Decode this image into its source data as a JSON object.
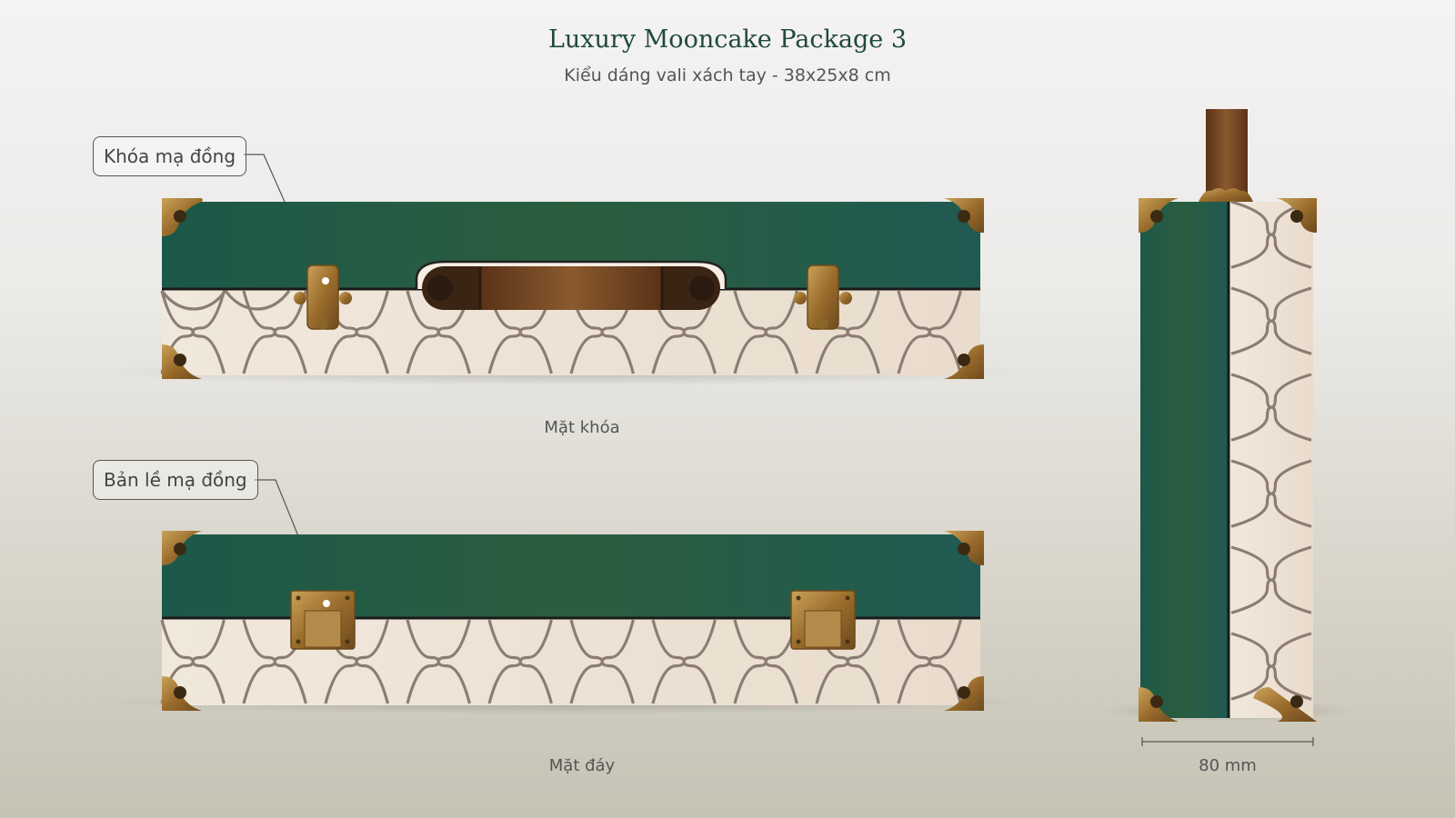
{
  "header": {
    "title": "Luxury Mooncake Package 3",
    "subtitle": "Kiểu dáng vali xách tay - 38x25x8 cm"
  },
  "callouts": {
    "lock": "Khóa mạ đồng",
    "hinge": "Bản lề mạ đồng"
  },
  "views": {
    "front_label": "Mặt khóa",
    "bottom_label": "Mặt đáy",
    "side_dimension": "80 mm"
  },
  "colors": {
    "green": "#1f5a4a",
    "cream": "#efe4d6",
    "brass": "#a97c33",
    "pattern_stroke": "#8c7d74",
    "leather": "#7a4b27"
  }
}
